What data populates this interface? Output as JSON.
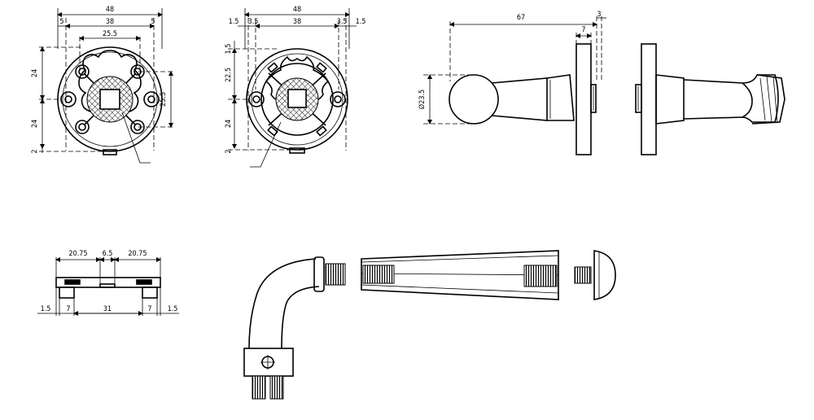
{
  "views": {
    "front_left": {
      "overall_width": "48",
      "inner_width": "38",
      "left_offset": "5",
      "right_offset": "5",
      "square_width": "25.5",
      "upper_height": "24",
      "lower_height": "24",
      "bottom_gap": "2",
      "side_height": "25.5"
    },
    "front_right": {
      "overall_width": "48",
      "inner_width": "38",
      "left_edge": "1.5",
      "left_step": "3.5",
      "right_step": "3.5",
      "right_edge": "1.5",
      "top_gap": "1.5",
      "upper_height": "22.5",
      "lower_height": "24",
      "bottom_gap": "2"
    },
    "side": {
      "length": "67",
      "rose_thickness": "7",
      "end_gap": "3",
      "knob_diameter": "Ø23.5"
    },
    "plate": {
      "left_span": "20.75",
      "center_span": "6.5",
      "right_span": "20.75",
      "left_edge": "1.5",
      "left_foot": "7",
      "middle": "31",
      "right_foot": "7",
      "right_edge": "1.5"
    }
  }
}
